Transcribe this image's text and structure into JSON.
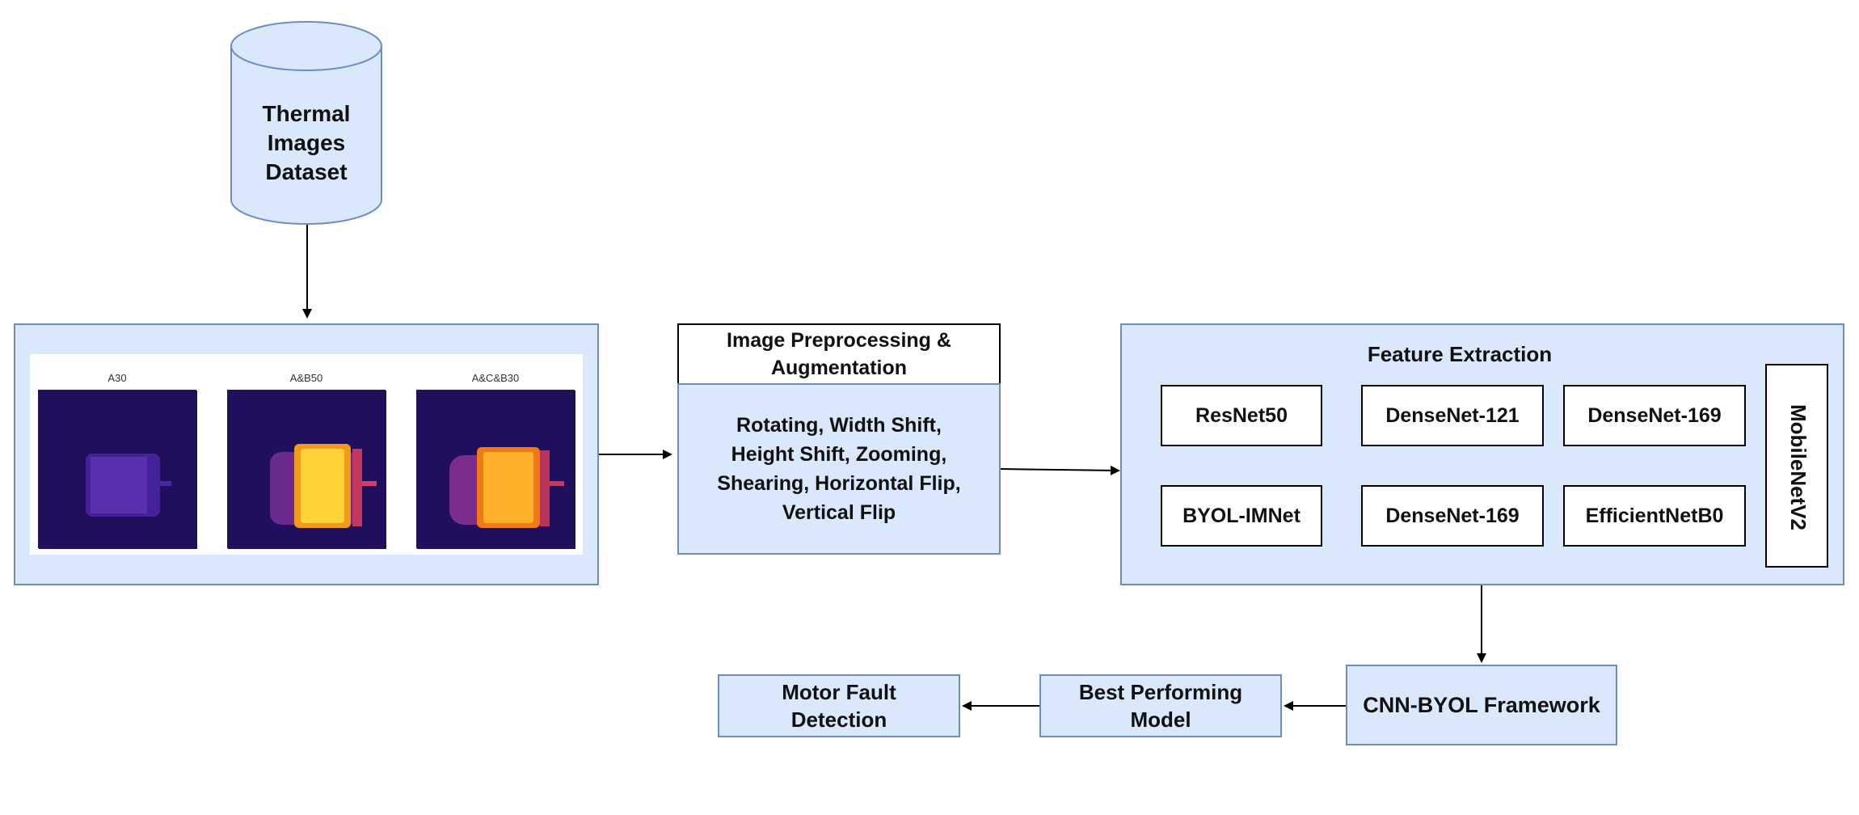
{
  "dataset": {
    "label": "Thermal\nImages\nDataset"
  },
  "thermal_samples": [
    {
      "label": "A30"
    },
    {
      "label": "A&B50"
    },
    {
      "label": "A&C&B30"
    }
  ],
  "preprocessing": {
    "title": "Image Preprocessing &\nAugmentation",
    "body": "Rotating, Width Shift,\nHeight Shift, Zooming,\nShearing, Horizontal Flip,\nVertical Flip"
  },
  "feature_extraction": {
    "title": "Feature Extraction",
    "models": [
      "ResNet50",
      "DenseNet-121",
      "DenseNet-169",
      "BYOL-IMNet",
      "DenseNet-169",
      "EfficientNetB0"
    ],
    "vertical_model": "MobileNetV2"
  },
  "framework": {
    "label": "CNN-BYOL Framework"
  },
  "best_model": {
    "label": "Best Performing\nModel"
  },
  "output": {
    "label": "Motor Fault\nDetection"
  },
  "colors": {
    "box_fill": "#dae8fc",
    "box_border": "#6c8ebf",
    "arrow": "#000000"
  }
}
